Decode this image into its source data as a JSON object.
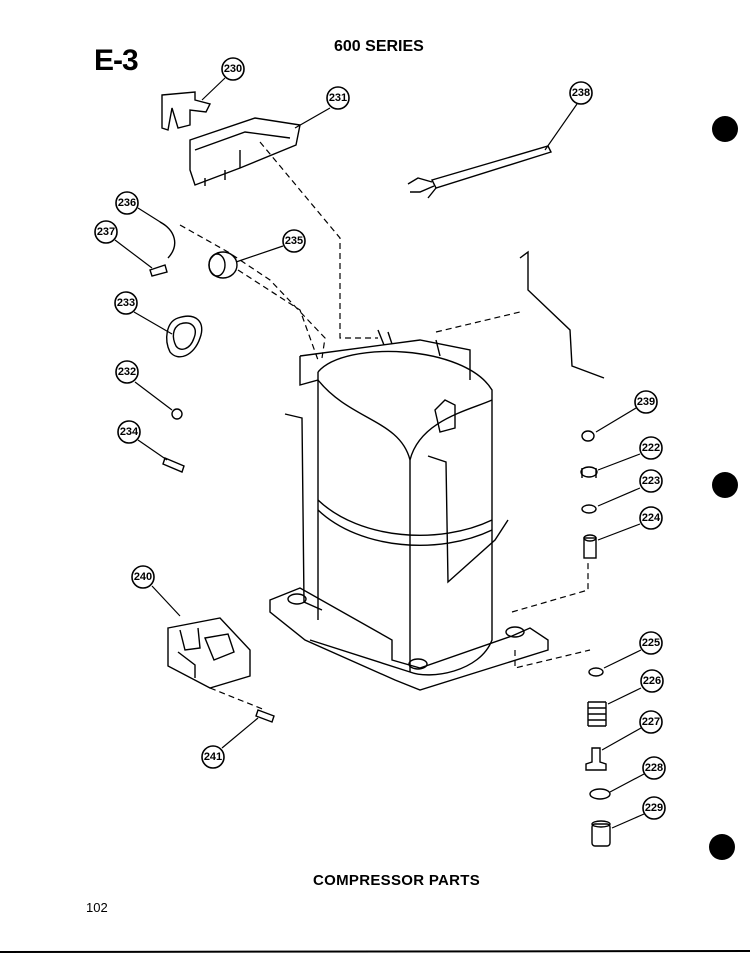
{
  "header": {
    "section": "E-3",
    "series": "600 SERIES"
  },
  "caption": "COMPRESSOR PARTS",
  "page_number": "102",
  "callouts": [
    {
      "label": "230"
    },
    {
      "label": "231"
    },
    {
      "label": "238"
    },
    {
      "label": "236"
    },
    {
      "label": "237"
    },
    {
      "label": "235"
    },
    {
      "label": "233"
    },
    {
      "label": "232"
    },
    {
      "label": "234"
    },
    {
      "label": "239"
    },
    {
      "label": "222"
    },
    {
      "label": "223"
    },
    {
      "label": "224"
    },
    {
      "label": "240"
    },
    {
      "label": "225"
    },
    {
      "label": "226"
    },
    {
      "label": "227"
    },
    {
      "label": "228"
    },
    {
      "label": "229"
    },
    {
      "label": "241"
    }
  ]
}
